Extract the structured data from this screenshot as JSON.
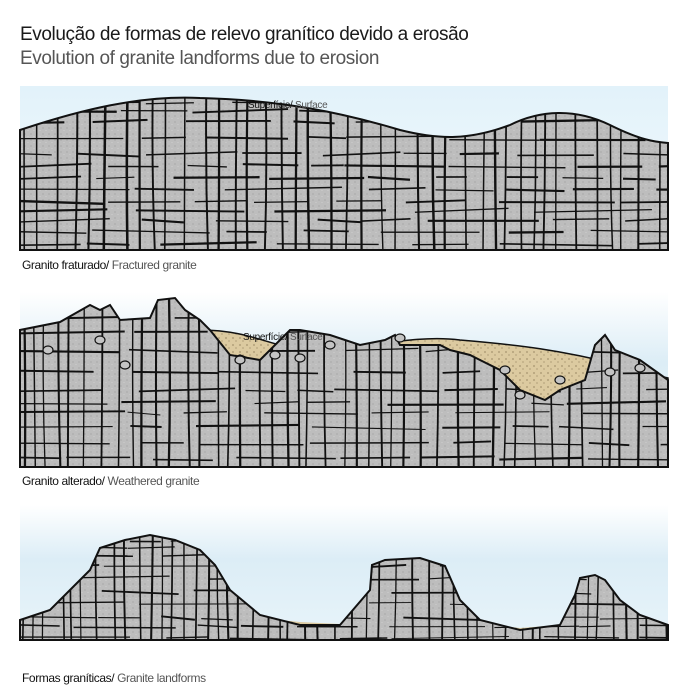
{
  "title_pt": "Evolução de formas de relevo granítico devido a erosão",
  "title_en": "Evolution of granite landforms due to erosion",
  "panels": [
    {
      "label_pt": "Granito fraturado/",
      "label_en": "Fractured granite",
      "surface_pt": "Superfície/",
      "surface_en": "Surface"
    },
    {
      "label_pt": "Granito alterado/",
      "label_en": "Weathered granite",
      "surface_pt": "Superfície/",
      "surface_en": "Surface"
    },
    {
      "label_pt": "Formas graníticas/",
      "label_en": "Granite landforms"
    }
  ],
  "colors": {
    "sky": "#dff0f8",
    "granite": "#b9b9b9",
    "sand": "#dccaa0",
    "line": "#111111"
  }
}
